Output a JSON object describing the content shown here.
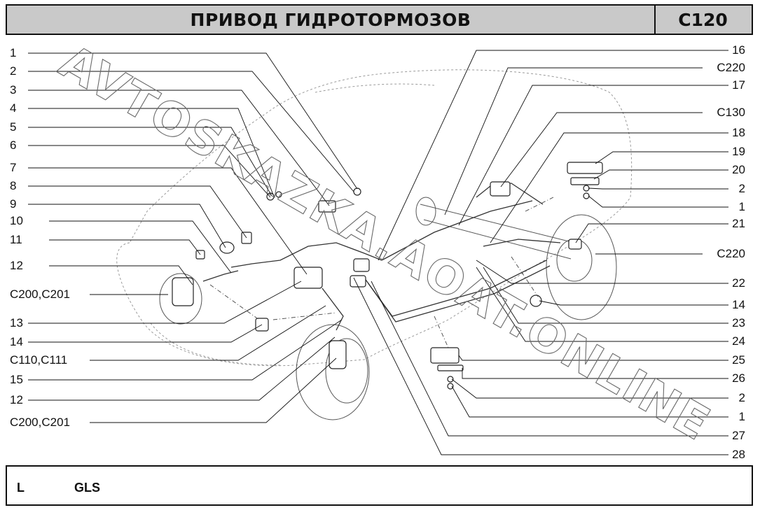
{
  "header": {
    "title": "ПРИВОД ГИДРОТОРМОЗОВ",
    "code": "C120"
  },
  "watermark": "AVTOSKAZKA.AOAT.ONLINE",
  "labels_left": [
    {
      "text": "1",
      "to": "p_nut_top"
    },
    {
      "text": "2",
      "to": "p_nut_top"
    },
    {
      "text": "3",
      "to": "p_clip_front"
    },
    {
      "text": "4",
      "to": "p_nut_left"
    },
    {
      "text": "5",
      "to": "p_nut_left"
    },
    {
      "text": "6",
      "to": "p_nut_left"
    },
    {
      "text": "7",
      "to": "p_master"
    },
    {
      "text": "8",
      "to": "p_block"
    },
    {
      "text": "9",
      "to": "p_grommet"
    },
    {
      "text": "10",
      "to": "p_union_left"
    },
    {
      "text": "11",
      "to": "p_clip_small"
    },
    {
      "text": "12",
      "to": "p_hose_left"
    },
    {
      "text": "C200,C201",
      "to": "p_caliper_left"
    },
    {
      "text": "13",
      "to": "p_master"
    },
    {
      "text": "14",
      "to": "p_bracket_front"
    },
    {
      "text": "C110,C111",
      "to": "p_tee_front"
    },
    {
      "text": "15",
      "to": "p_union_right"
    },
    {
      "text": "12",
      "to": "p_hose_right"
    },
    {
      "text": "C200,C201",
      "to": "p_caliper_right"
    }
  ],
  "labels_right": [
    {
      "text": "16",
      "to": "p_tee_front"
    },
    {
      "text": "C220",
      "to": "p_pipe_long"
    },
    {
      "text": "17",
      "to": "p_pipe_long"
    },
    {
      "text": "C130",
      "to": "p_regulator"
    },
    {
      "text": "18",
      "to": "p_rear_union"
    },
    {
      "text": "19",
      "to": "p_rear_bracket"
    },
    {
      "text": "20",
      "to": "p_rear_plate"
    },
    {
      "text": "2",
      "to": "p_rear_washer"
    },
    {
      "text": "1",
      "to": "p_rear_nut"
    },
    {
      "text": "21",
      "to": "p_rear_hose"
    },
    {
      "text": "C220",
      "to": "p_rear_axle"
    },
    {
      "text": "22",
      "to": "p_rear_pipe"
    },
    {
      "text": "14",
      "to": "p_rear_clip"
    },
    {
      "text": "23",
      "to": "p_rear_pipe2"
    },
    {
      "text": "24",
      "to": "p_rear_pipe3"
    },
    {
      "text": "25",
      "to": "p_bottom_bracket"
    },
    {
      "text": "26",
      "to": "p_bottom_plate"
    },
    {
      "text": "2",
      "to": "p_bottom_washer"
    },
    {
      "text": "1",
      "to": "p_bottom_nut"
    },
    {
      "text": "27",
      "to": "p_tee_front"
    },
    {
      "text": "28",
      "to": "p_tee_front"
    }
  ],
  "footer": {
    "variant_l": "L",
    "variant_gls": "GLS"
  }
}
